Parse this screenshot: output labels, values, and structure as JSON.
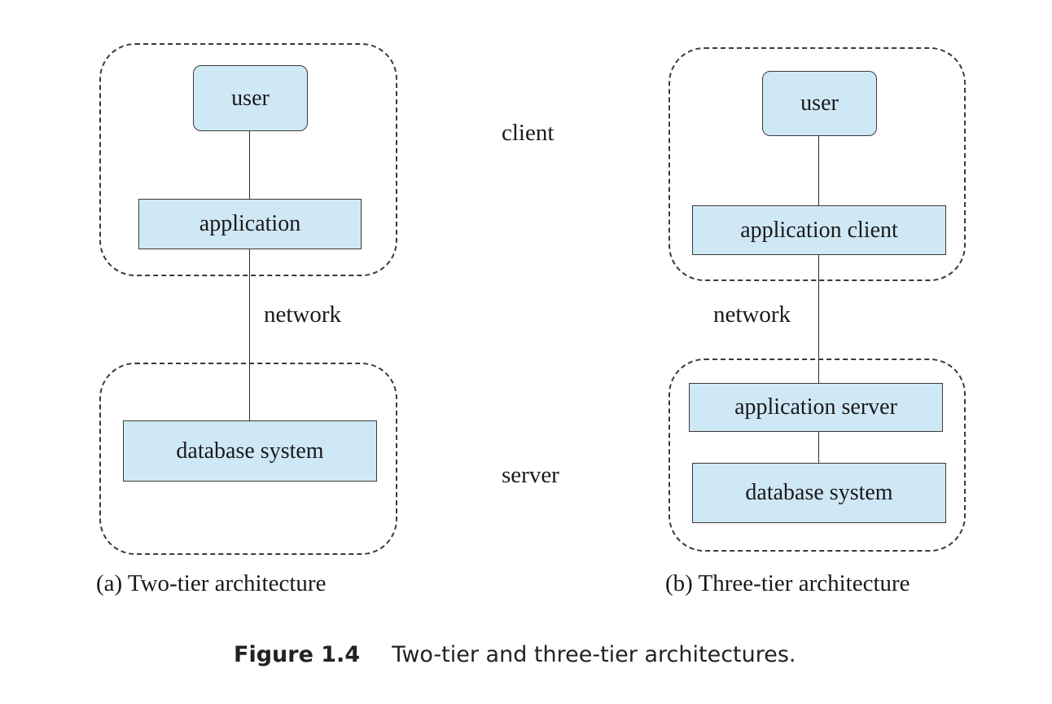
{
  "center_labels": {
    "client": "client",
    "server": "server"
  },
  "two_tier": {
    "user": "user",
    "application": "application",
    "network": "network",
    "database_system": "database system",
    "subcaption": "(a) Two-tier architecture"
  },
  "three_tier": {
    "user": "user",
    "application_client": "application client",
    "network": "network",
    "application_server": "application server",
    "database_system": "database system",
    "subcaption": "(b) Three-tier architecture"
  },
  "caption": {
    "number": "Figure 1.4",
    "text": "Two-tier and three-tier architectures."
  },
  "colors": {
    "box_fill": "#cfe8f6",
    "outline": "#3a3a3a"
  }
}
